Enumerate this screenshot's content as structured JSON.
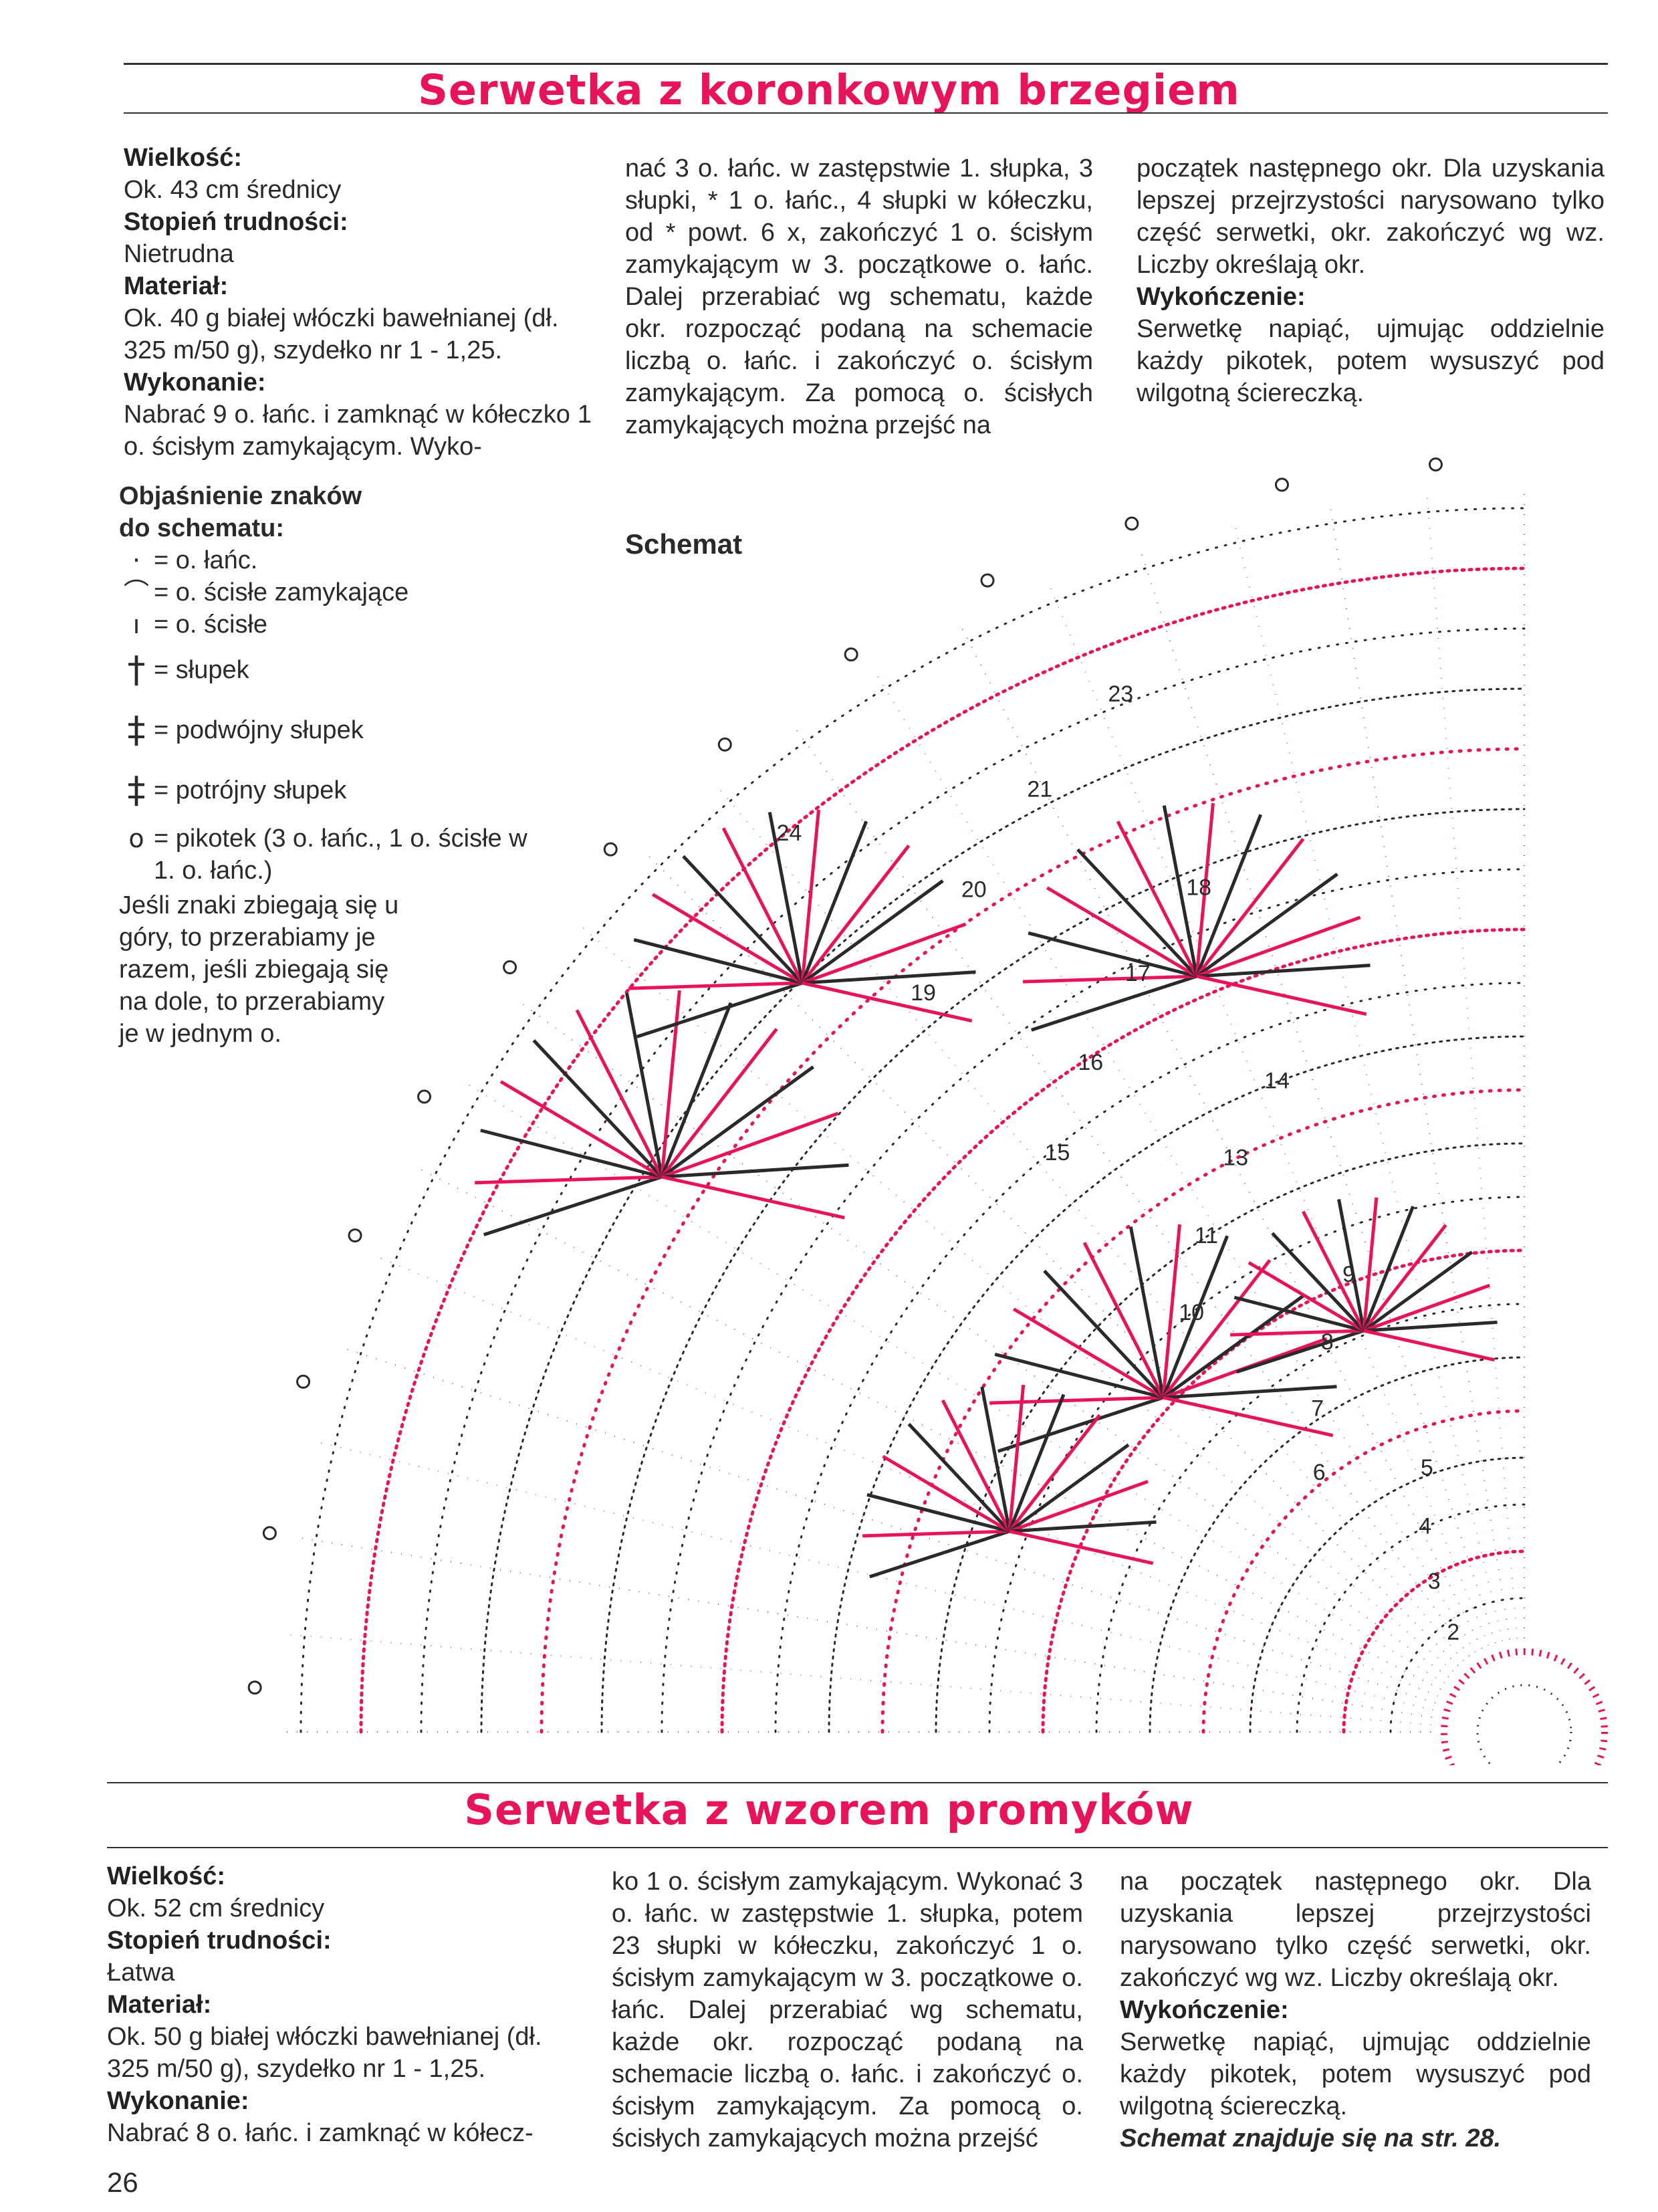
{
  "article1": {
    "title": "Serwetka z koronkowym brzegiem",
    "size_label": "Wielkość:",
    "size_value": "Ok. 43 cm średnicy",
    "difficulty_label": "Stopień trudności:",
    "difficulty_value": "Nietrudna",
    "material_label": "Materiał:",
    "material_value": "Ok. 40 g białej włóczki bawełnianej (dł. 325 m/50 g), szydełko nr 1 - 1,25.",
    "execution_label": "Wykonanie:",
    "execution_col1": "Nabrać 9 o. łańc. i zamknąć w kółeczko 1 o. ścisłym zamykającym. Wyko-",
    "execution_col2": "nać 3 o. łańc. w zastępstwie 1. słupka, 3 słupki, * 1 o. łańc., 4 słupki w kółeczku, od * powt. 6 x, zakończyć 1 o. ścisłym zamykającym w 3. początkowe o. łańc. Dalej przerabiać wg schematu, każde okr. rozpocząć podaną na schemacie liczbą o. łańc. i zakończyć o. ścisłym zamykającym. Za pomocą o. ścisłych zamykających można przejść na",
    "execution_col3": "początek następnego okr. Dla uzyskania lepszej przejrzystości narysowano tylko część serwetki, okr. zakończyć wg wz. Liczby określają okr.",
    "finishing_label": "Wykończenie:",
    "finishing_value": "Serwetkę napiąć, ujmując oddzielnie każdy pikotek, potem wysuszyć pod wilgotną ściereczką.",
    "legend_title_1": "Objaśnienie znaków",
    "legend_title_2": "do schematu:",
    "legend": [
      {
        "symbol": "·",
        "text": "= o. łańc."
      },
      {
        "symbol": "⌒",
        "text": "= o. ścisłe zamykające"
      },
      {
        "symbol": "ı",
        "text": "= o. ścisłe"
      },
      {
        "symbol": "†",
        "text": "= słupek"
      },
      {
        "symbol": "‡",
        "text": "= podwójny słupek"
      },
      {
        "symbol": "‡",
        "text": "= potrójny słupek"
      },
      {
        "symbol": "o",
        "text": "= pikotek (3 o. łańc., 1 o. ścisłe w 1. o. łańc.)"
      }
    ],
    "note": "Jeśli znaki zbiegają się u góry, to przerabiamy je razem, jeśli zbiegają się na dole, to przerabiamy je w jednym o.",
    "schemat_label": "Schemat",
    "round_numbers": [
      "2",
      "3",
      "4",
      "5",
      "6",
      "7",
      "8",
      "9",
      "10",
      "11",
      "13",
      "14",
      "15",
      "16",
      "17",
      "18",
      "19",
      "20",
      "21",
      "23",
      "24"
    ]
  },
  "article2": {
    "title": "Serwetka z wzorem promyków",
    "size_label": "Wielkość:",
    "size_value": "Ok. 52 cm średnicy",
    "difficulty_label": "Stopień trudności:",
    "difficulty_value": "Łatwa",
    "material_label": "Materiał:",
    "material_value": "Ok. 50 g białej włóczki bawełnianej (dł. 325 m/50 g), szydełko nr 1 - 1,25.",
    "execution_label": "Wykonanie:",
    "execution_col1": "Nabrać 8 o. łańc. i zamknąć w kółecz-",
    "execution_col2": "ko 1 o. ścisłym zamykającym. Wykonać 3 o. łańc. w zastępstwie 1. słupka, potem 23 słupki w kółeczku, zakończyć 1 o. ścisłym zamykającym w 3. początkowe o. łańc. Dalej przerabiać wg schematu, każde okr. rozpocząć podaną na schemacie liczbą o. łańc. i zakończyć o. ścisłym zamykającym. Za pomocą o. ścisłych zamykających można przejść",
    "execution_col3": "na początek następnego okr. Dla uzyskania lepszej przejrzystości narysowano tylko część serwetki, okr. zakończyć wg wz. Liczby określają okr.",
    "finishing_label": "Wykończenie:",
    "finishing_value": "Serwetkę napiąć, ujmując oddzielnie każdy pikotek, potem wysuszyć pod wilgotną ściereczką.",
    "reference": "Schemat znajduje się na str. 28."
  },
  "page_number": "26",
  "colors": {
    "accent": "#e8145a",
    "ink": "#2a2a2a"
  }
}
